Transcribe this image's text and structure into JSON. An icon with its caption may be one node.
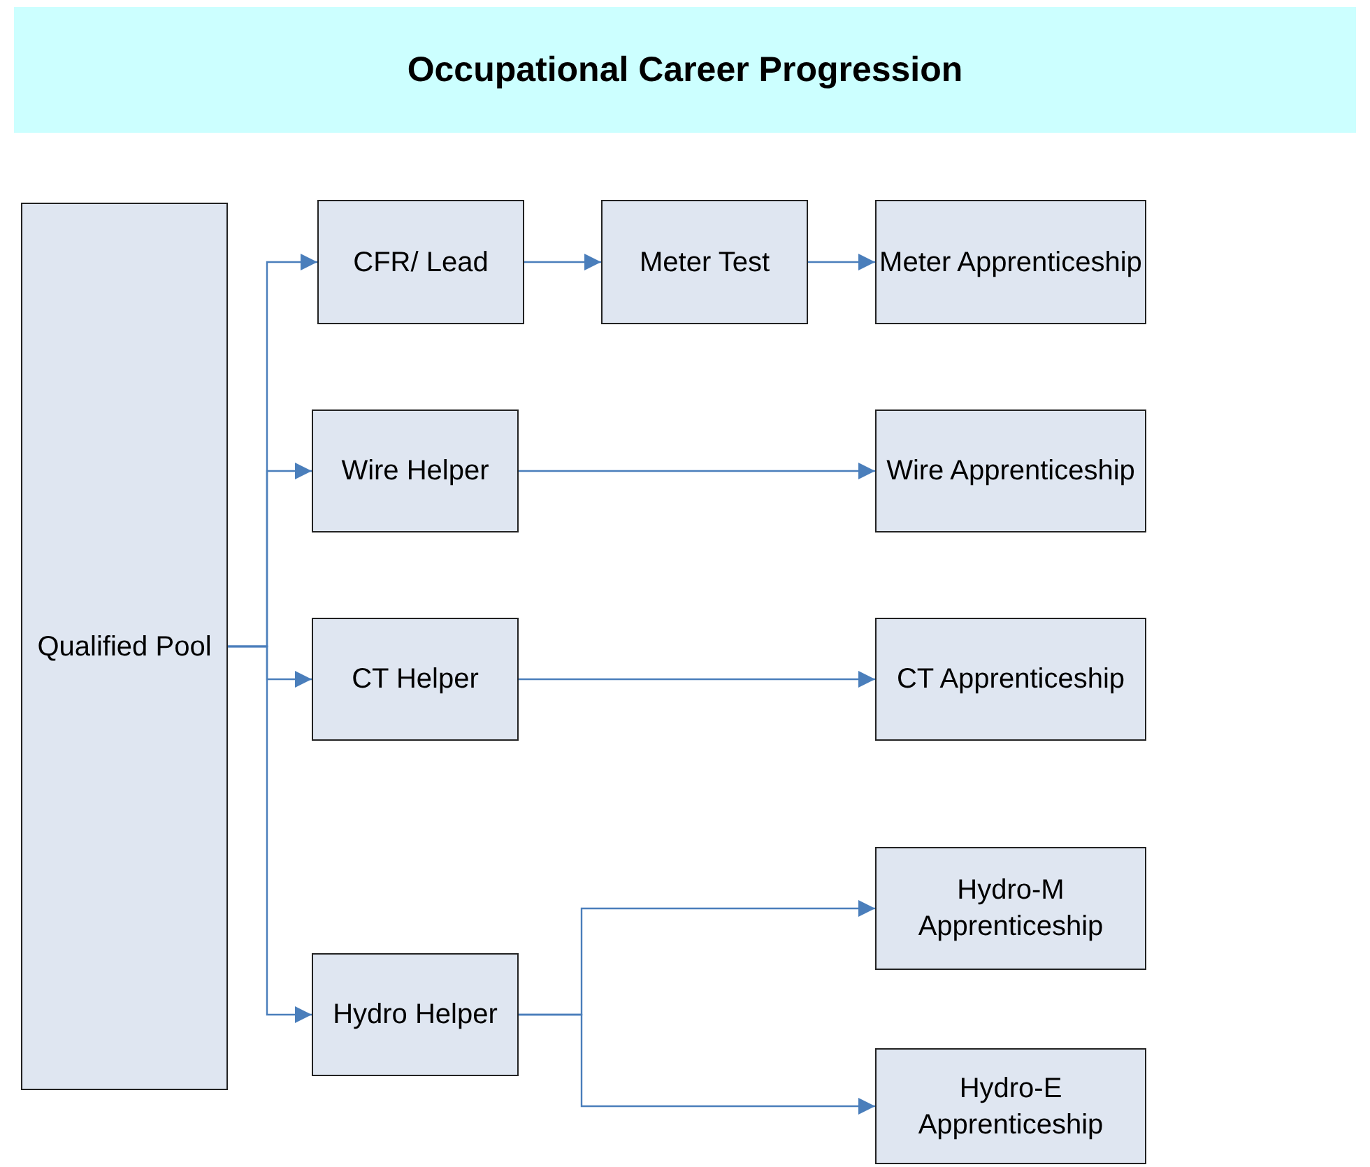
{
  "diagram": {
    "title": "Occupational Career Progression",
    "nodes": [
      {
        "text": [
          "Qualified Pool"
        ]
      },
      {
        "text": [
          "CFR/ Lead"
        ]
      },
      {
        "text": [
          "Meter Test"
        ]
      },
      {
        "text": [
          "Meter Apprenticeship"
        ]
      },
      {
        "text": [
          "Wire Helper"
        ]
      },
      {
        "text": [
          "Wire Apprenticeship"
        ]
      },
      {
        "text": [
          "CT Helper"
        ]
      },
      {
        "text": [
          "CT Apprenticeship"
        ]
      },
      {
        "text": [
          "Hydro Helper"
        ]
      },
      {
        "text": [
          "Hydro-M Apprenticeship"
        ]
      },
      {
        "text": [
          "Hydro-E Apprenticeship"
        ]
      }
    ],
    "edges": [
      {
        "from": 0,
        "to": 1,
        "arrow": "to"
      },
      {
        "from": 0,
        "to": 4,
        "arrow": "to"
      },
      {
        "from": 0,
        "to": 6,
        "arrow": "to"
      },
      {
        "from": 0,
        "to": 8,
        "arrow": "to"
      },
      {
        "from": 1,
        "to": 2,
        "arrow": "to"
      },
      {
        "from": 2,
        "to": 3,
        "arrow": "to"
      },
      {
        "from": 4,
        "to": 5,
        "arrow": "to"
      },
      {
        "from": 6,
        "to": 7,
        "arrow": "to"
      },
      {
        "from": 8,
        "to": 9,
        "arrow": "to"
      },
      {
        "from": 8,
        "to": 10,
        "arrow": "to"
      }
    ]
  }
}
